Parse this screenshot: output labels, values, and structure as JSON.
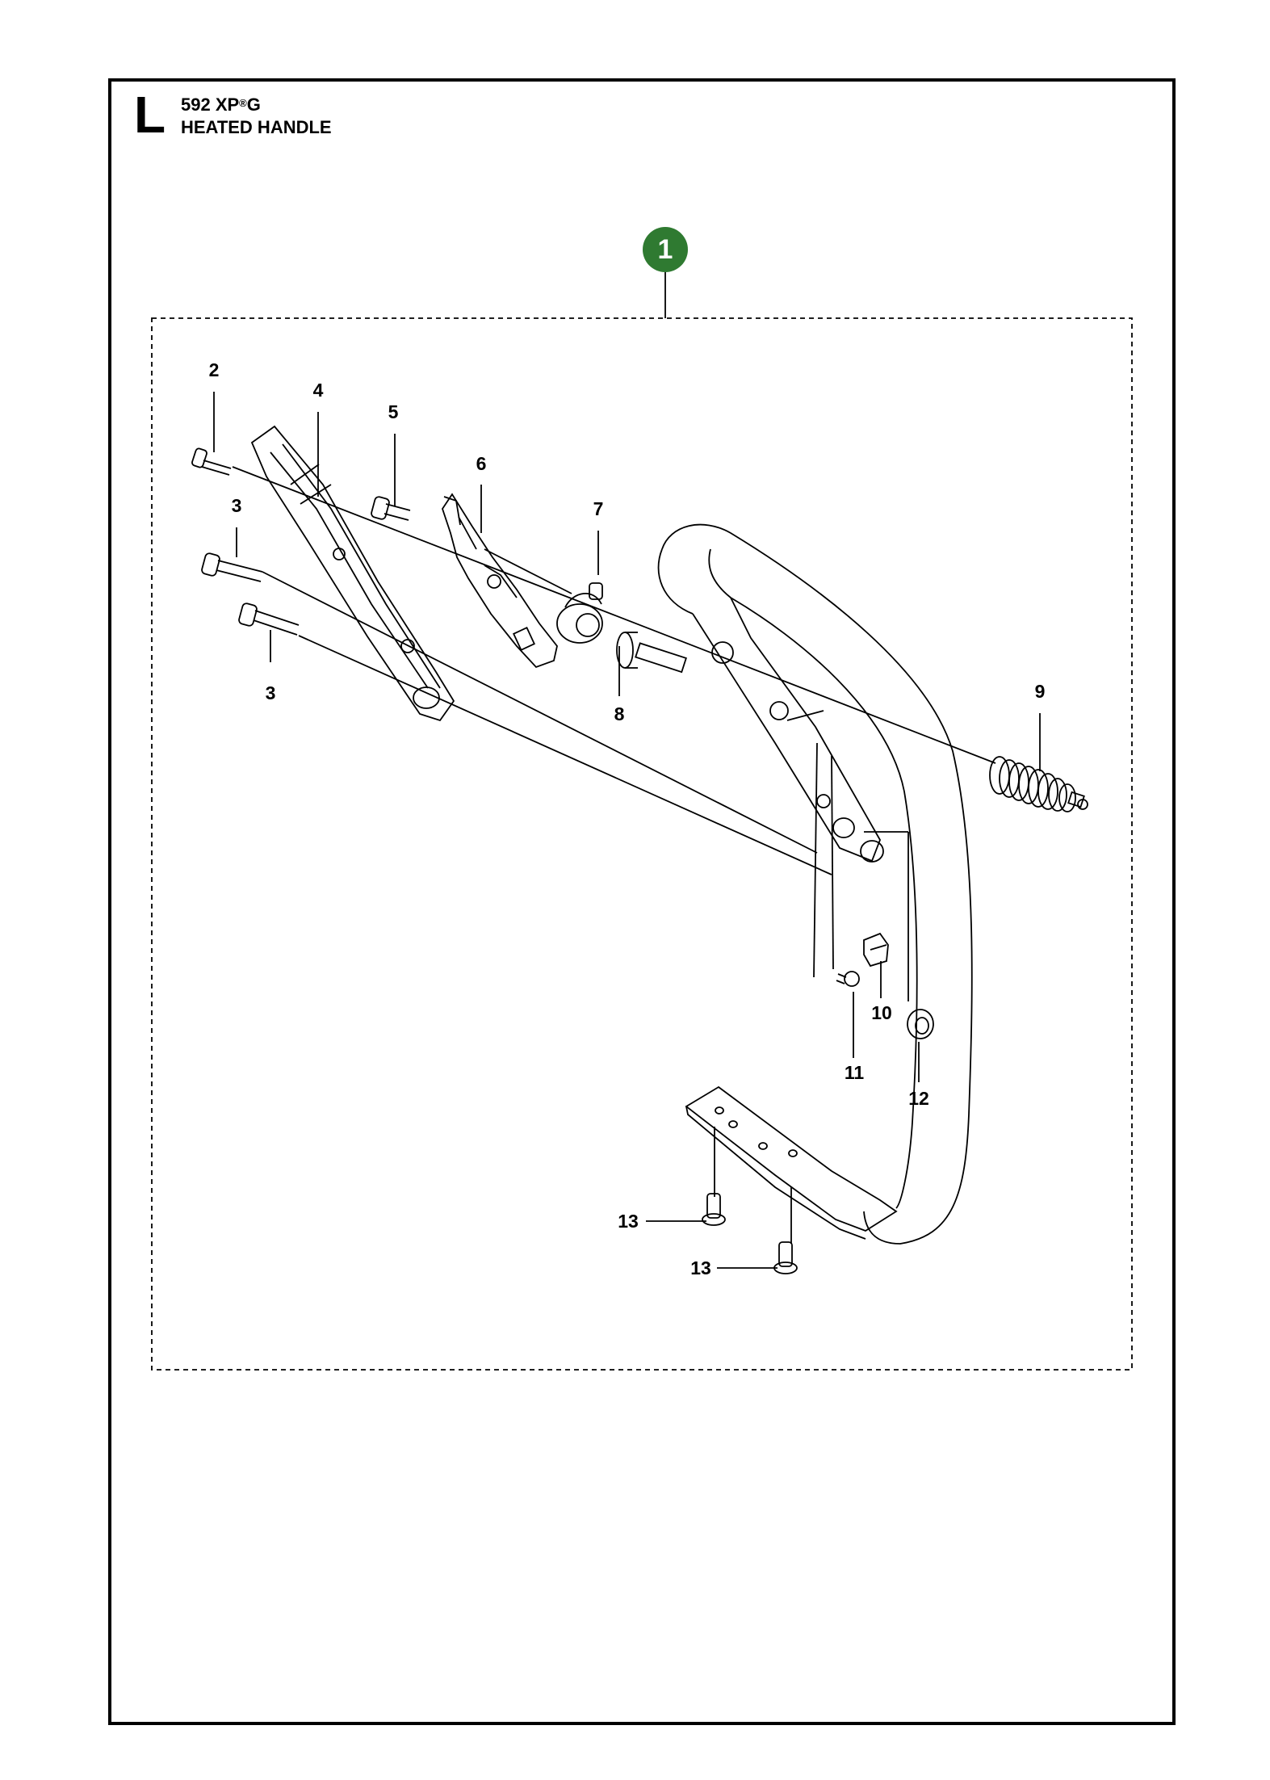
{
  "header": {
    "section": "L",
    "model": "592 XP",
    "model_mark": "®",
    "model_suffix": "G",
    "title": "HEATED HANDLE"
  },
  "assembly_callout": "1",
  "part_labels": [
    "2",
    "3",
    "3",
    "4",
    "5",
    "6",
    "7",
    "8",
    "9",
    "10",
    "11",
    "12",
    "13",
    "13"
  ],
  "colors": {
    "callout": "#2f7a31",
    "line": "#000000"
  }
}
